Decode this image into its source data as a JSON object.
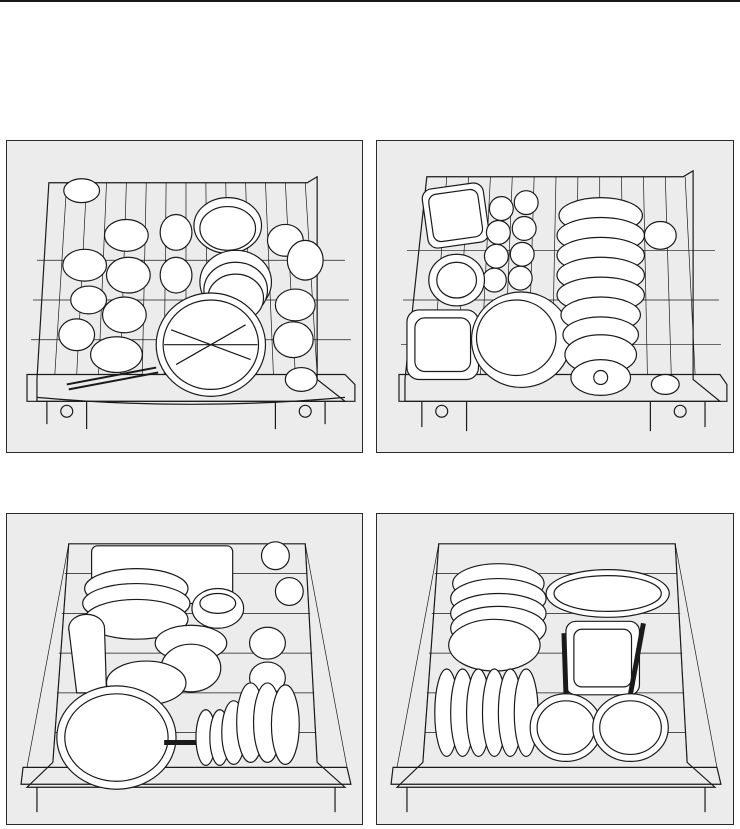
{
  "page": {
    "header_rule": true,
    "background_color": "#ffffff",
    "panel_fill": "#ececec",
    "line_color": "#1a1a1a"
  },
  "illustrations": [
    {
      "id": "upper-basket-cups-glasses"
    },
    {
      "id": "upper-basket-bowls-containers-plates"
    },
    {
      "id": "lower-basket-pans-bowls-plates"
    },
    {
      "id": "lower-basket-plates-frying-pans"
    }
  ]
}
